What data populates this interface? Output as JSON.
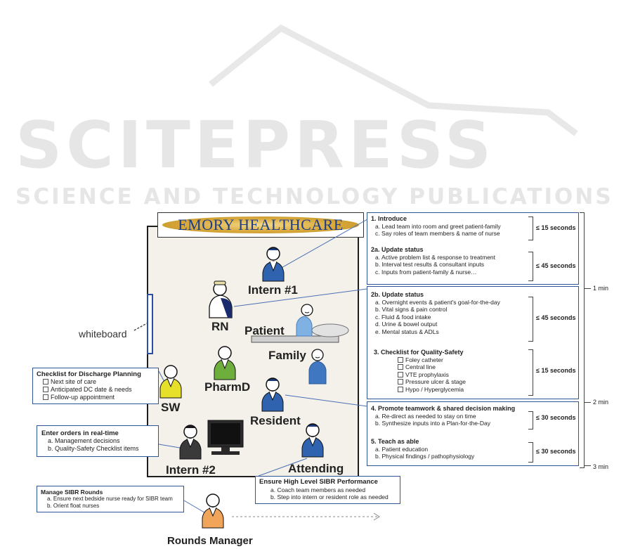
{
  "watermark": {
    "title": "SCITEPRESS",
    "subtitle": "SCIENCE AND TECHNOLOGY PUBLICATIONS"
  },
  "logo": "EMORY HEALTHCARE",
  "whiteboard_label": "whiteboard",
  "roles": {
    "intern1": "Intern #1",
    "rn": "RN",
    "patient": "Patient",
    "family": "Family",
    "pharmd": "PharmD",
    "sw": "SW",
    "resident": "Resident",
    "intern2": "Intern #2",
    "attending": "Attending",
    "rounds_manager": "Rounds Manager"
  },
  "discharge": {
    "title": "Checklist for Discharge Planning",
    "items": [
      "Next site of care",
      "Anticipated DC date & needs",
      "Follow-up appointment"
    ]
  },
  "orders": {
    "title": "Enter orders in real-time",
    "items": [
      "a. Management decisions",
      "b. Quality-Safety Checklist items"
    ]
  },
  "sibr_rounds": {
    "title": "Manage SIBR Rounds",
    "items": [
      "a. Ensure next bedside nurse ready for SIBR team",
      "b. Orient float nurses"
    ]
  },
  "sibr_performance": {
    "title": "Ensure High Level SIBR Performance",
    "items": [
      "a. Coach team members as needed",
      "b. Step into intern or resident role as needed"
    ]
  },
  "steps": {
    "s1": {
      "title": "1. Introduce",
      "items": [
        "a. Lead team into room and greet patient-family",
        "c. Say roles of team members & name of nurse"
      ],
      "time": "≤ 15 seconds"
    },
    "s2a": {
      "title": "2a. Update status",
      "items": [
        "a. Active problem list & response to treatment",
        "b. Interval test results & consultant inputs",
        "c. Inputs from patient-family & nurse…"
      ],
      "time": "≤ 45 seconds"
    },
    "s2b": {
      "title": "2b. Update status",
      "items": [
        "a. Overnight events & patient's goal-for-the-day",
        "b. Vital signs & pain control",
        "c. Fluid & food intake",
        "d. Urine & bowel output",
        "e. Mental status & ADLs"
      ],
      "time": "≤ 45 seconds"
    },
    "s3": {
      "title": "3. Checklist for Quality-Safety",
      "items": [
        "Foley catheter",
        "Central line",
        "VTE prophylaxis",
        "Pressure ulcer & stage",
        "Hypo / Hyperglycemia"
      ],
      "time": "≤ 15 seconds"
    },
    "s4": {
      "title": "4. Promote teamwork & shared decision making",
      "items": [
        "a. Re-direct as needed to stay on time",
        "b. Synthesize inputs into a Plan-for-the-Day"
      ],
      "time": "≤ 30 seconds"
    },
    "s5": {
      "title": "5. Teach as able",
      "items": [
        "a. Patient education",
        "b. Physical findings / pathophysiology"
      ],
      "time": "≤ 30 seconds"
    }
  },
  "timeline": {
    "m1": "1 min",
    "m2": "2 min",
    "m3": "3 min"
  }
}
